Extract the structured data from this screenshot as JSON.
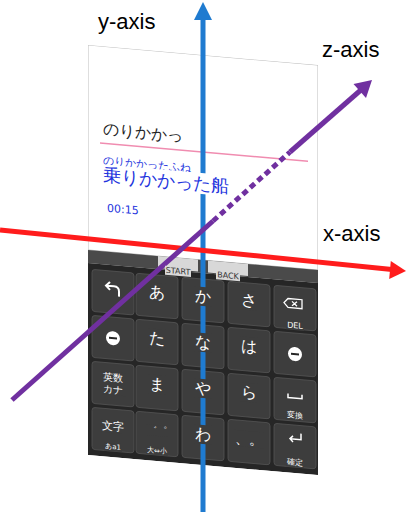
{
  "diagram": {
    "labels": [
      "y-axis",
      "z-axis",
      "x-axis",
      "のりかかっ",
      "のりかかったふね",
      "乗りかかった船",
      "00:15",
      "START",
      "BACK",
      "あ",
      "か",
      "さ",
      "DEL",
      "た",
      "な",
      "は",
      "英数 カナ",
      "ま",
      "や",
      "ら",
      "変換",
      "文字",
      "あa1",
      "゛゜",
      "大⇔小",
      "わ",
      "、。",
      "確定"
    ]
  }
}
